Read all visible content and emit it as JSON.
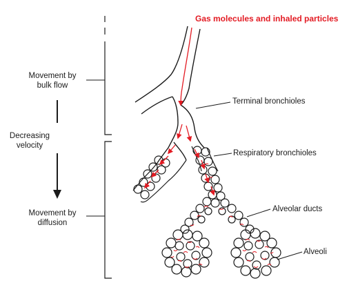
{
  "diagram": {
    "title": "Gas molecules and inhaled particles",
    "left_labels": {
      "bulk_flow": "Movement by bulk flow",
      "bulk_flow_line1": "Movement by",
      "bulk_flow_line2": "bulk flow",
      "velocity_line1": "Decreasing",
      "velocity_line2": "velocity",
      "diffusion_line1": "Movement by",
      "diffusion_line2": "diffusion"
    },
    "structure_labels": {
      "terminal": "Terminal bronchioles",
      "respiratory": "Respiratory bronchioles",
      "ducts": "Alveolar ducts",
      "alveoli": "Alveoli"
    },
    "colors": {
      "accent": "#e31b23",
      "line": "#1a1a1a"
    }
  }
}
